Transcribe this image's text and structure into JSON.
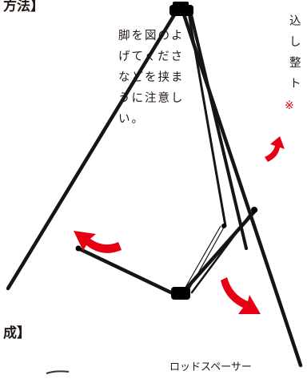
{
  "instructions": {
    "heading": "方法】",
    "lines": [
      "脚を図のよ",
      "げてくださ",
      "などを挟ま",
      "うに注意し",
      "い。"
    ]
  },
  "right_column": {
    "lines": [
      "込",
      "し",
      "整",
      "ト"
    ],
    "note_mark": "※"
  },
  "section2": {
    "heading": "成】"
  },
  "caption": {
    "rod_spacer": "ロッドスペーサー"
  },
  "colors": {
    "text": "#231815",
    "frame": "#1a1a1a",
    "arrow": "#e60012"
  }
}
